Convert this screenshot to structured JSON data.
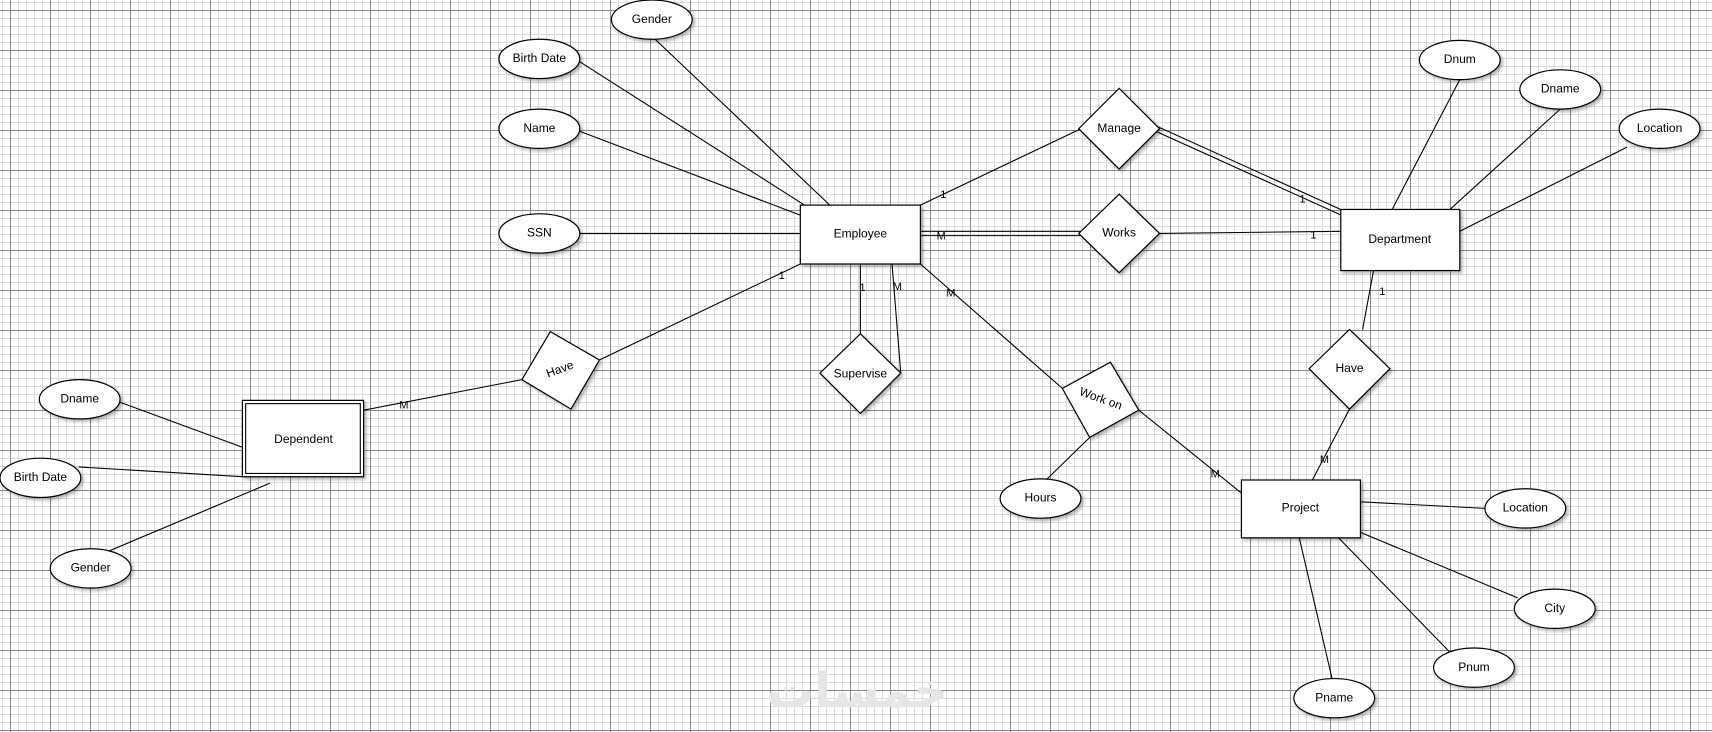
{
  "entities": {
    "employee": "Employee",
    "department": "Department",
    "project": "Project",
    "dependent": "Dependent"
  },
  "attributes": {
    "employee": [
      "Gender",
      "Birth Date",
      "Name",
      "SSN"
    ],
    "department": [
      "Dnum",
      "Dname",
      "Location"
    ],
    "project": [
      "Location",
      "City",
      "Pnum",
      "Pname"
    ],
    "dependent": [
      "Dname",
      "Birth Date",
      "Gender"
    ],
    "work_on": [
      "Hours"
    ]
  },
  "relationships": {
    "manage": "Manage",
    "works": "Works",
    "supervise": "Supervise",
    "have_dependent": "Have",
    "work_on": "Work on",
    "have_project": "Have"
  },
  "cardinalities": {
    "manage_employee": "1",
    "manage_department": "1",
    "works_employee": "M",
    "works_department": "1",
    "supervise_1": "1",
    "supervise_m": "M",
    "work_on_employee": "M",
    "work_on_project": "M",
    "have_employee": "1",
    "have_dependent": "M",
    "have_department": "1",
    "have_project": "M"
  },
  "watermark": "خمسات"
}
